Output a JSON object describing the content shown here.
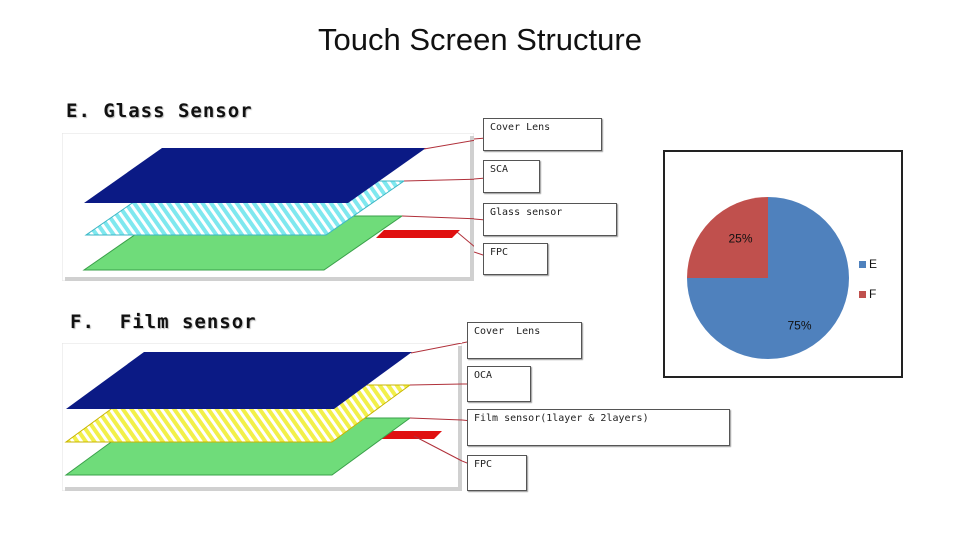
{
  "page": {
    "title": "Touch Screen Structure"
  },
  "glass_section": {
    "heading": "E. Glass Sensor",
    "labels": [
      "Cover Lens",
      "SCA",
      "Glass sensor",
      "FPC"
    ]
  },
  "film_section": {
    "heading": "F.  Film sensor",
    "labels": [
      "Cover  Lens",
      "OCA",
      "Film sensor(1layer & 2layers)",
      "FPC"
    ]
  },
  "colors": {
    "cover_lens": "#0b1a85",
    "adhesive_sca": "#7fe8ef",
    "adhesive_oca": "#f2f04a",
    "sensor": "#6fdc7a",
    "fpc": "#e01010",
    "leader_line": "#b0303a",
    "pie_e": "#4f81bd",
    "pie_f": "#c0504d"
  },
  "chart_data": {
    "type": "pie",
    "title": "",
    "categories": [
      "E",
      "F"
    ],
    "values": [
      75,
      25
    ],
    "data_labels": [
      "75%",
      "25%"
    ],
    "legend_placement": "right"
  }
}
